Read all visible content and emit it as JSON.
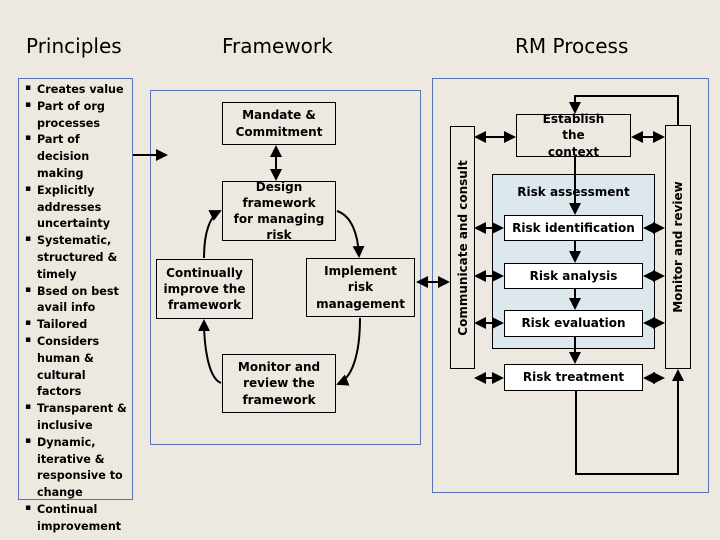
{
  "headings": {
    "principles": "Principles",
    "framework": "Framework",
    "rm_process": "RM Process"
  },
  "principles": {
    "items": [
      "Creates value",
      "Part of org processes",
      "Part of decision making",
      "Explicitly addresses uncertainty",
      "Systematic, structured & timely",
      "Bsed on best avail info",
      "Tailored",
      "Considers human & cultural factors",
      "Transparent & inclusive",
      "Dynamic, iterative & responsive to change",
      "Continual improvement"
    ]
  },
  "framework": {
    "mandate": "Mandate & Commitment",
    "design": "Design framework for managing risk",
    "implement": "Implement risk management",
    "monitor": "Monitor and review the framework",
    "improve": "Continually improve the framework"
  },
  "rm_process": {
    "communicate": "Communicate and consult",
    "monitor_review": "Monitor and review",
    "establish_context": "Establish the context",
    "risk_assessment": "Risk assessment",
    "risk_identification": "Risk identification",
    "risk_analysis": "Risk analysis",
    "risk_evaluation": "Risk evaluation",
    "risk_treatment": "Risk treatment"
  },
  "colors": {
    "panel_border": "#5a74b8",
    "background": "#ede9e1",
    "assessment_fill": "#dce8ee"
  }
}
